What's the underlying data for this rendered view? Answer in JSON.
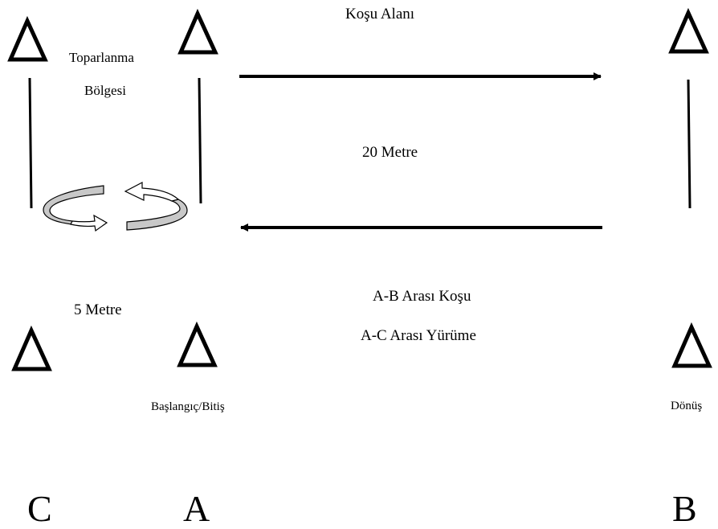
{
  "labels": {
    "running_area": "Koşu Alanı",
    "recovery_zone_line1": "Toparlanma",
    "recovery_zone_line2": "Bölgesi",
    "distance_20": "20 Metre",
    "distance_5": "5 Metre",
    "run_ab": "A-B Arası Koşu",
    "walk_ac": "A-C Arası Yürüme",
    "start_finish": "Başlangıç/Bitiş",
    "turn": "Dönüş",
    "point_c": "C",
    "point_a": "A",
    "point_b": "B"
  },
  "cone_icon": "triangle-outline",
  "rotation_icon": "circular-arrows"
}
